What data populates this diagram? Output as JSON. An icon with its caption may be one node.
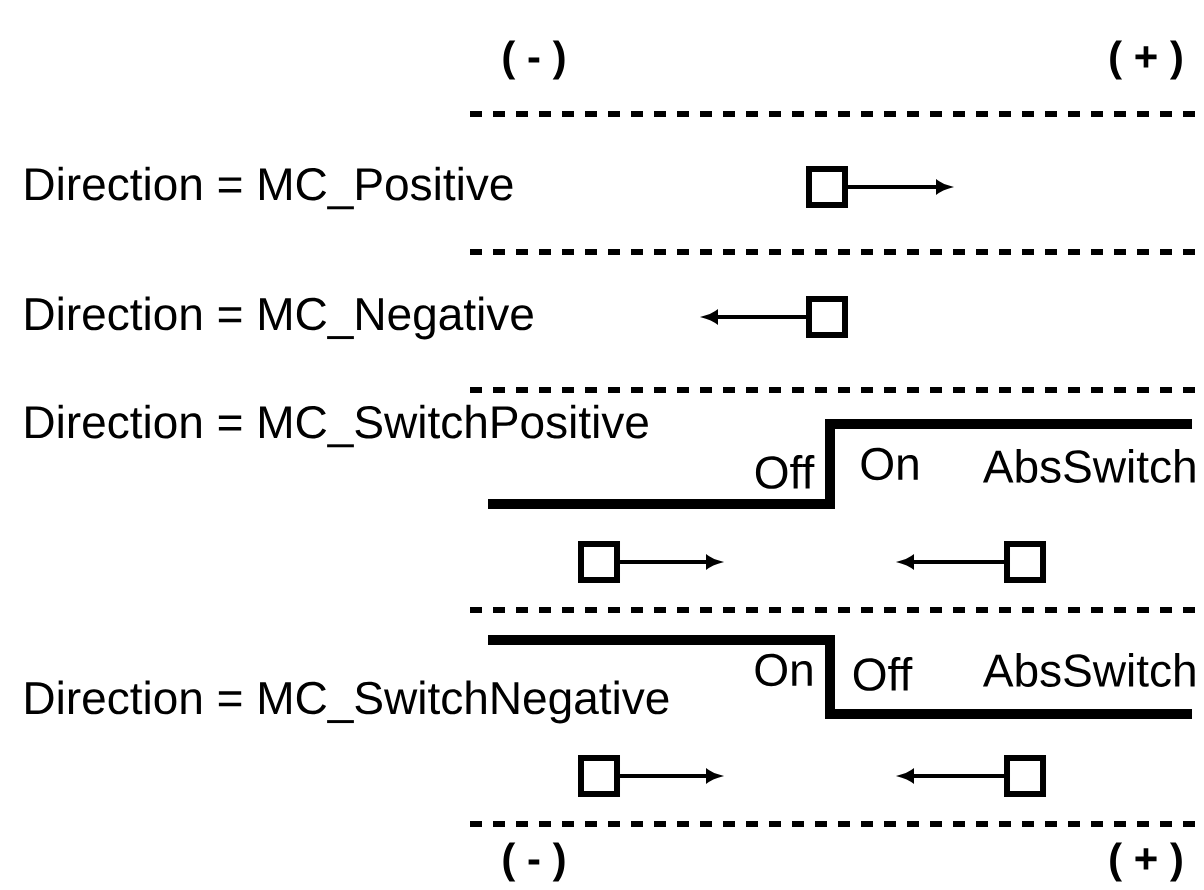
{
  "diagram": {
    "nodes": [
      {
        "text": [],
        "shape": "box"
      },
      {
        "text": [],
        "shape": "box"
      },
      {
        "text": [],
        "shape": "box"
      },
      {
        "text": [],
        "shape": "box"
      },
      {
        "text": [],
        "shape": "box"
      },
      {
        "text": [],
        "shape": "box"
      }
    ],
    "edges": [
      {
        "from": 0,
        "to": null,
        "arrow": "to"
      },
      {
        "from": 1,
        "to": null,
        "arrow": "to"
      },
      {
        "from": 2,
        "to": null,
        "arrow": "to"
      },
      {
        "from": 3,
        "to": null,
        "arrow": "to"
      },
      {
        "from": 4,
        "to": null,
        "arrow": "to"
      },
      {
        "from": 5,
        "to": null,
        "arrow": "to"
      }
    ],
    "labels": [
      "( - )",
      "( + )",
      "Direction = MC_Positive",
      "Direction = MC_Negative",
      "Direction = MC_SwitchPositive",
      "Off",
      "On",
      "AbsSwitch",
      "On",
      "Off",
      "AbsSwitch",
      "Direction = MC_SwitchNegative",
      "( - )",
      "( + )"
    ]
  }
}
